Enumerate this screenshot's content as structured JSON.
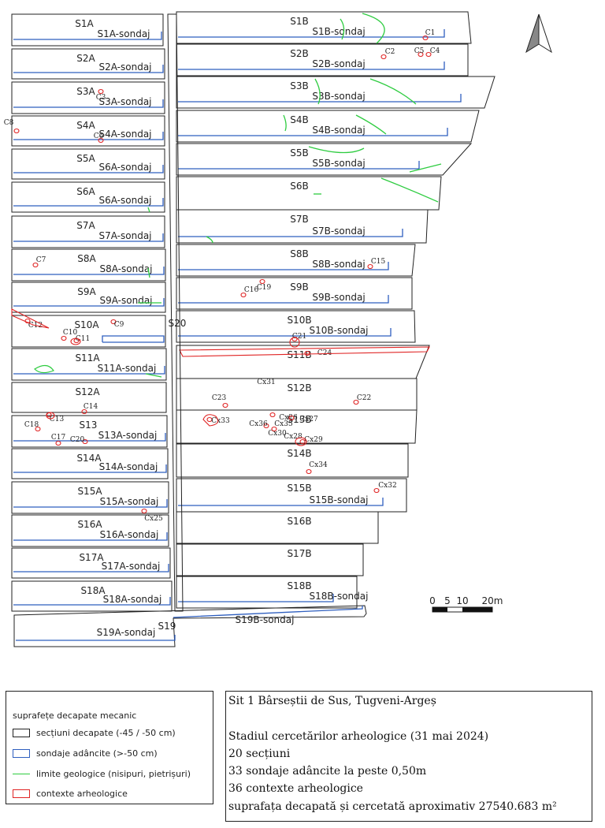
{
  "map": {
    "colors": {
      "section": "#222222",
      "sondaj": "#2f5fbf",
      "geology": "#2ecc40",
      "context": "#e02424"
    },
    "north_arrow_icon": "north-arrow-icon",
    "scale_bar": {
      "labels": [
        "0",
        "5",
        "10",
        "20m"
      ]
    },
    "sections_left": [
      {
        "name": "S1A",
        "sondaj": "S1A-sondaj"
      },
      {
        "name": "S2A",
        "sondaj": "S2A-sondaj"
      },
      {
        "name": "S3A",
        "sondaj": "S3A-sondaj"
      },
      {
        "name": "S4A",
        "sondaj": "S4A-sondaj"
      },
      {
        "name": "S5A",
        "sondaj": "S6A-sondaj"
      },
      {
        "name": "S6A",
        "sondaj": "S6A-sondaj"
      },
      {
        "name": "S7A",
        "sondaj": "S7A-sondaj"
      },
      {
        "name": "S8A",
        "sondaj": "S8A-sondaj"
      },
      {
        "name": "S9A",
        "sondaj": "S9A-sondaj"
      },
      {
        "name": "S10A",
        "sondaj": ""
      },
      {
        "name": "S11A",
        "sondaj": "S11A-sondaj"
      },
      {
        "name": "S12A",
        "sondaj": ""
      },
      {
        "name": "S13",
        "sondaj": "S13A-sondaj"
      },
      {
        "name": "S14A",
        "sondaj": "S14A-sondaj"
      },
      {
        "name": "S15A",
        "sondaj": "S15A-sondaj"
      },
      {
        "name": "S16A",
        "sondaj": "S16A-sondaj"
      },
      {
        "name": "S17A",
        "sondaj": "S17A-sondaj"
      },
      {
        "name": "S18A",
        "sondaj": "S18A-sondaj"
      }
    ],
    "sections_right": [
      {
        "name": "S1B",
        "sondaj": "S1B-sondaj"
      },
      {
        "name": "S2B",
        "sondaj": "S2B-sondaj"
      },
      {
        "name": "S3B",
        "sondaj": "S3B-sondaj"
      },
      {
        "name": "S4B",
        "sondaj": "S4B-sondaj"
      },
      {
        "name": "S5B",
        "sondaj": "S5B-sondaj"
      },
      {
        "name": "S6B",
        "sondaj": ""
      },
      {
        "name": "S7B",
        "sondaj": "S7B-sondaj"
      },
      {
        "name": "S8B",
        "sondaj": "S8B-sondaj"
      },
      {
        "name": "S9B",
        "sondaj": "S9B-sondaj"
      },
      {
        "name": "S10B",
        "sondaj": "S10B-sondaj"
      },
      {
        "name": "S11B",
        "sondaj": ""
      },
      {
        "name": "S12B",
        "sondaj": ""
      },
      {
        "name": "S13B",
        "sondaj": ""
      },
      {
        "name": "S14B",
        "sondaj": ""
      },
      {
        "name": "S15B",
        "sondaj": "S15B-sondaj"
      },
      {
        "name": "S16B",
        "sondaj": ""
      },
      {
        "name": "S17B",
        "sondaj": ""
      },
      {
        "name": "S18B",
        "sondaj": "S18B-sondaj"
      }
    ],
    "s19": {
      "name": "S19",
      "sondaj_a": "S19A-sondaj",
      "sondaj_b": "S19B-sondaj"
    },
    "s20": {
      "name": "S20"
    },
    "contexts": [
      "C1",
      "C2",
      "C3",
      "C4",
      "C5",
      "C6",
      "C7",
      "C8",
      "C9",
      "C10",
      "C11",
      "C12",
      "C13",
      "C14",
      "C15",
      "C16",
      "C17",
      "C18",
      "C19",
      "C20",
      "C21",
      "C22",
      "C23",
      "C24",
      "Cx25",
      "Cx26",
      "Cx27",
      "Cx28",
      "Cx29",
      "Cx30",
      "Cx31",
      "Cx32",
      "Cx33",
      "Cx34",
      "Cx35",
      "Cx36"
    ]
  },
  "legend": {
    "title": "suprafețe decapate mecanic",
    "items": [
      {
        "label": "secțiuni decapate (-45 / -50 cm)"
      },
      {
        "label": "sondaje adâncite (>-50 cm)"
      },
      {
        "label": "limite geologice (nisipuri, pietrișuri)"
      },
      {
        "label": "contexte arheologice"
      }
    ]
  },
  "info": {
    "site": "Sit 1 Bârseștii de Sus, Tugveni-Argeș",
    "status": "Stadiul cercetărilor arheologice (31 mai 2024)",
    "sections": "20 secțiuni",
    "sondaje": "33 sondaje adâncite la peste 0,50m",
    "contexts": "36 contexte arheologice",
    "area": "suprafața decapată și cercetată aproximativ 27540.683 m²"
  }
}
